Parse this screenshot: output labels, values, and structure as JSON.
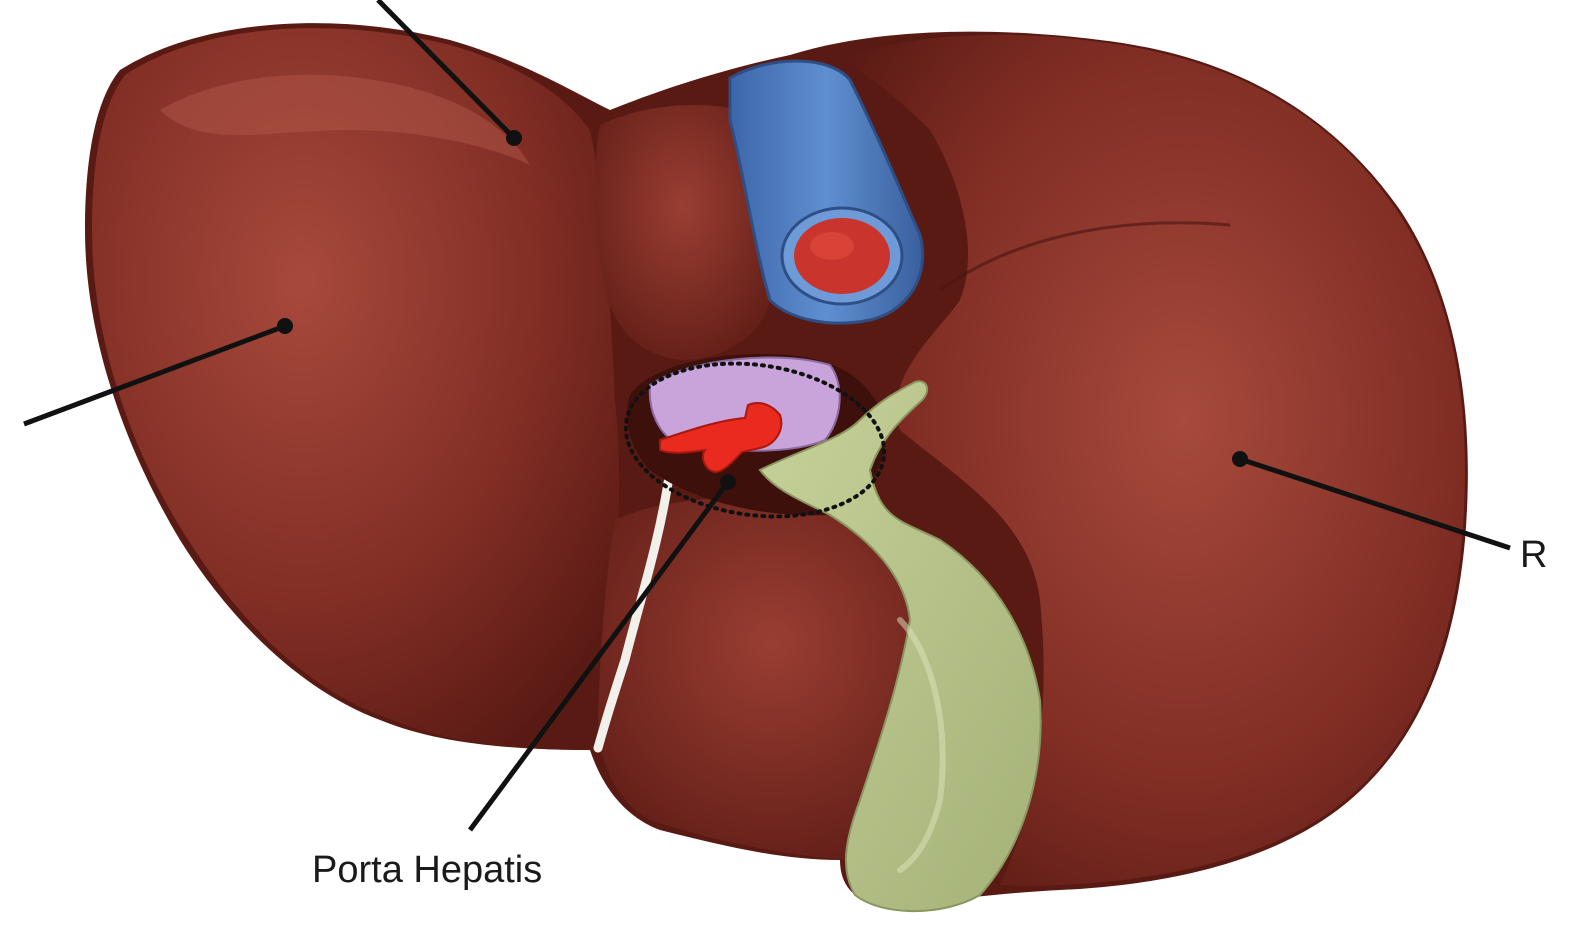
{
  "labels": {
    "porta_hepatis": "Porta Hepatis",
    "right_truncated": "R"
  },
  "structures": [
    {
      "name": "liver",
      "icon": "liver-model"
    },
    {
      "name": "inferior-vena-cava",
      "icon": "blue-vessel"
    },
    {
      "name": "gallbladder",
      "icon": "green-sac"
    },
    {
      "name": "hepatic-artery",
      "icon": "red-vessel"
    },
    {
      "name": "portal-vein",
      "icon": "lilac-vessel"
    },
    {
      "name": "ligamentum-teres",
      "icon": "white-cord"
    }
  ],
  "colors": {
    "liver": "#7a2a22",
    "liver_highlight": "#a3463a",
    "liver_shadow": "#4f1612",
    "vena_cava": "#4f7fc4",
    "vena_cava_lumen": "#c9342c",
    "gallbladder": "#b7c48a",
    "hepatic_artery": "#e8261e",
    "portal_vein": "#c8a2d8",
    "leader_line": "#111111"
  }
}
